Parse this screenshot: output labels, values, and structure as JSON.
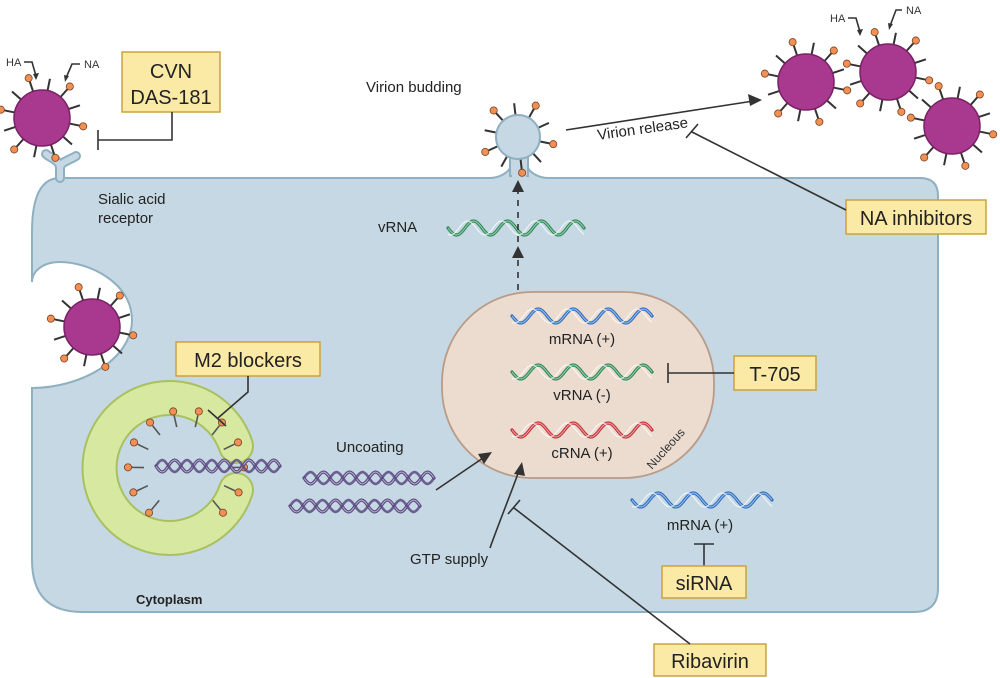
{
  "labels": {
    "virion_budding": "Virion budding",
    "virion_release": "Virion release",
    "sialic_line1": "Sialic acid",
    "sialic_line2": "receptor",
    "vrna_top": "vRNA",
    "mrna_plus": "mRNA (+)",
    "vrna_minus": "vRNA (-)",
    "crna_plus": "cRNA (+)",
    "nucleous": "Nucleous",
    "uncoating": "Uncoating",
    "gtp_supply": "GTP supply",
    "mrna_plus_cyto": "mRNA (+)",
    "cytoplasm": "Cytoplasm",
    "ha_left": "HA",
    "na_left": "NA",
    "ha_right": "HA",
    "na_right": "NA"
  },
  "drugs": {
    "cvn_line1": "CVN",
    "cvn_line2": "DAS-181",
    "na_inhibitors": "NA inhibitors",
    "m2_blockers": "M2 blockers",
    "t705": "T-705",
    "sirna": "siRNA",
    "ribavirin": "Ribavirin"
  },
  "colors": {
    "cell": "#c5d8e3",
    "cell_border": "#8fb0c2",
    "nucleus": "#ecdcd0",
    "nucleus_border": "#b99b86",
    "virion": "#a8398f",
    "spike_tip": "#f09055",
    "mrna": "#2f6fc4",
    "vrna": "#2e8b57",
    "crna": "#c8323a",
    "uncoat_rna": "#5a4a82",
    "endosome": "#d7e8a0",
    "drug_box": "#fbe9a6"
  }
}
